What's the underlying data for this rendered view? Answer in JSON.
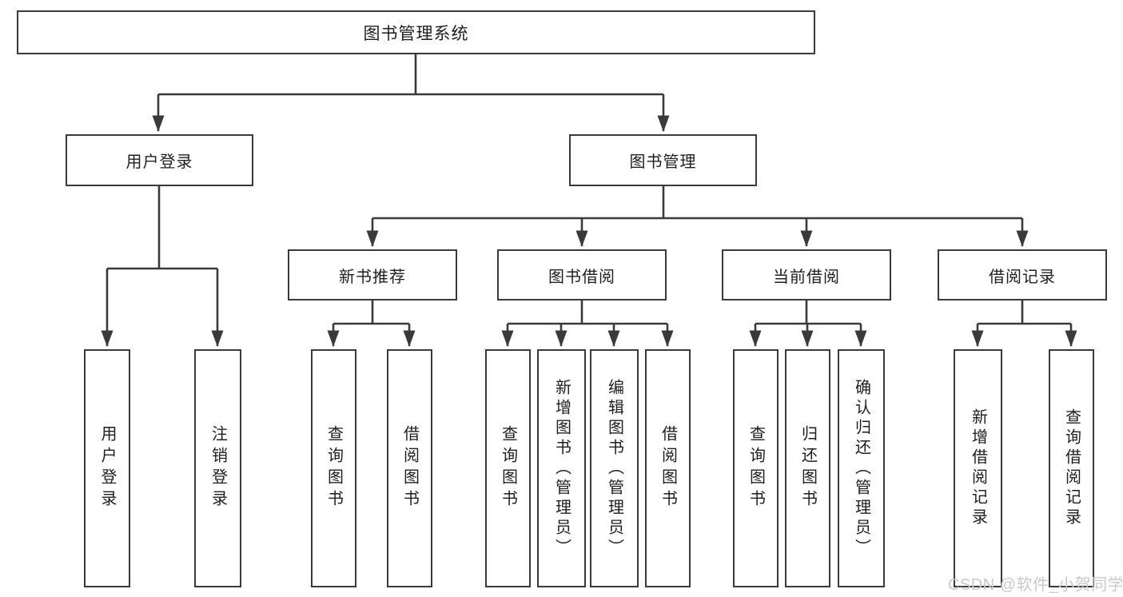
{
  "diagram": {
    "root": {
      "label": "图书管理系统"
    },
    "branches": [
      {
        "label": "用户登录",
        "children": [
          {
            "label": "用户登录"
          },
          {
            "label": "注销登录"
          }
        ]
      },
      {
        "label": "图书管理",
        "children": [
          {
            "label": "新书推荐",
            "children": [
              {
                "label": "查询图书"
              },
              {
                "label": "借阅图书"
              }
            ]
          },
          {
            "label": "图书借阅",
            "children": [
              {
                "label": "查询图书"
              },
              {
                "label": "新增图书（管理员）"
              },
              {
                "label": "编辑图书（管理员）"
              },
              {
                "label": "借阅图书"
              }
            ]
          },
          {
            "label": "当前借阅",
            "children": [
              {
                "label": "查询图书"
              },
              {
                "label": "归还图书"
              },
              {
                "label": "确认归还（管理员）"
              }
            ]
          },
          {
            "label": "借阅记录",
            "children": [
              {
                "label": "新增借阅记录"
              },
              {
                "label": "查询借阅记录"
              }
            ]
          }
        ]
      }
    ]
  },
  "watermark": {
    "text": "CSDN @软件_小贺同学"
  },
  "colors": {
    "line": "#3a3a3a",
    "text": "#1e1e1e",
    "background": "#ffffff",
    "watermark": "#c9c9c9"
  }
}
